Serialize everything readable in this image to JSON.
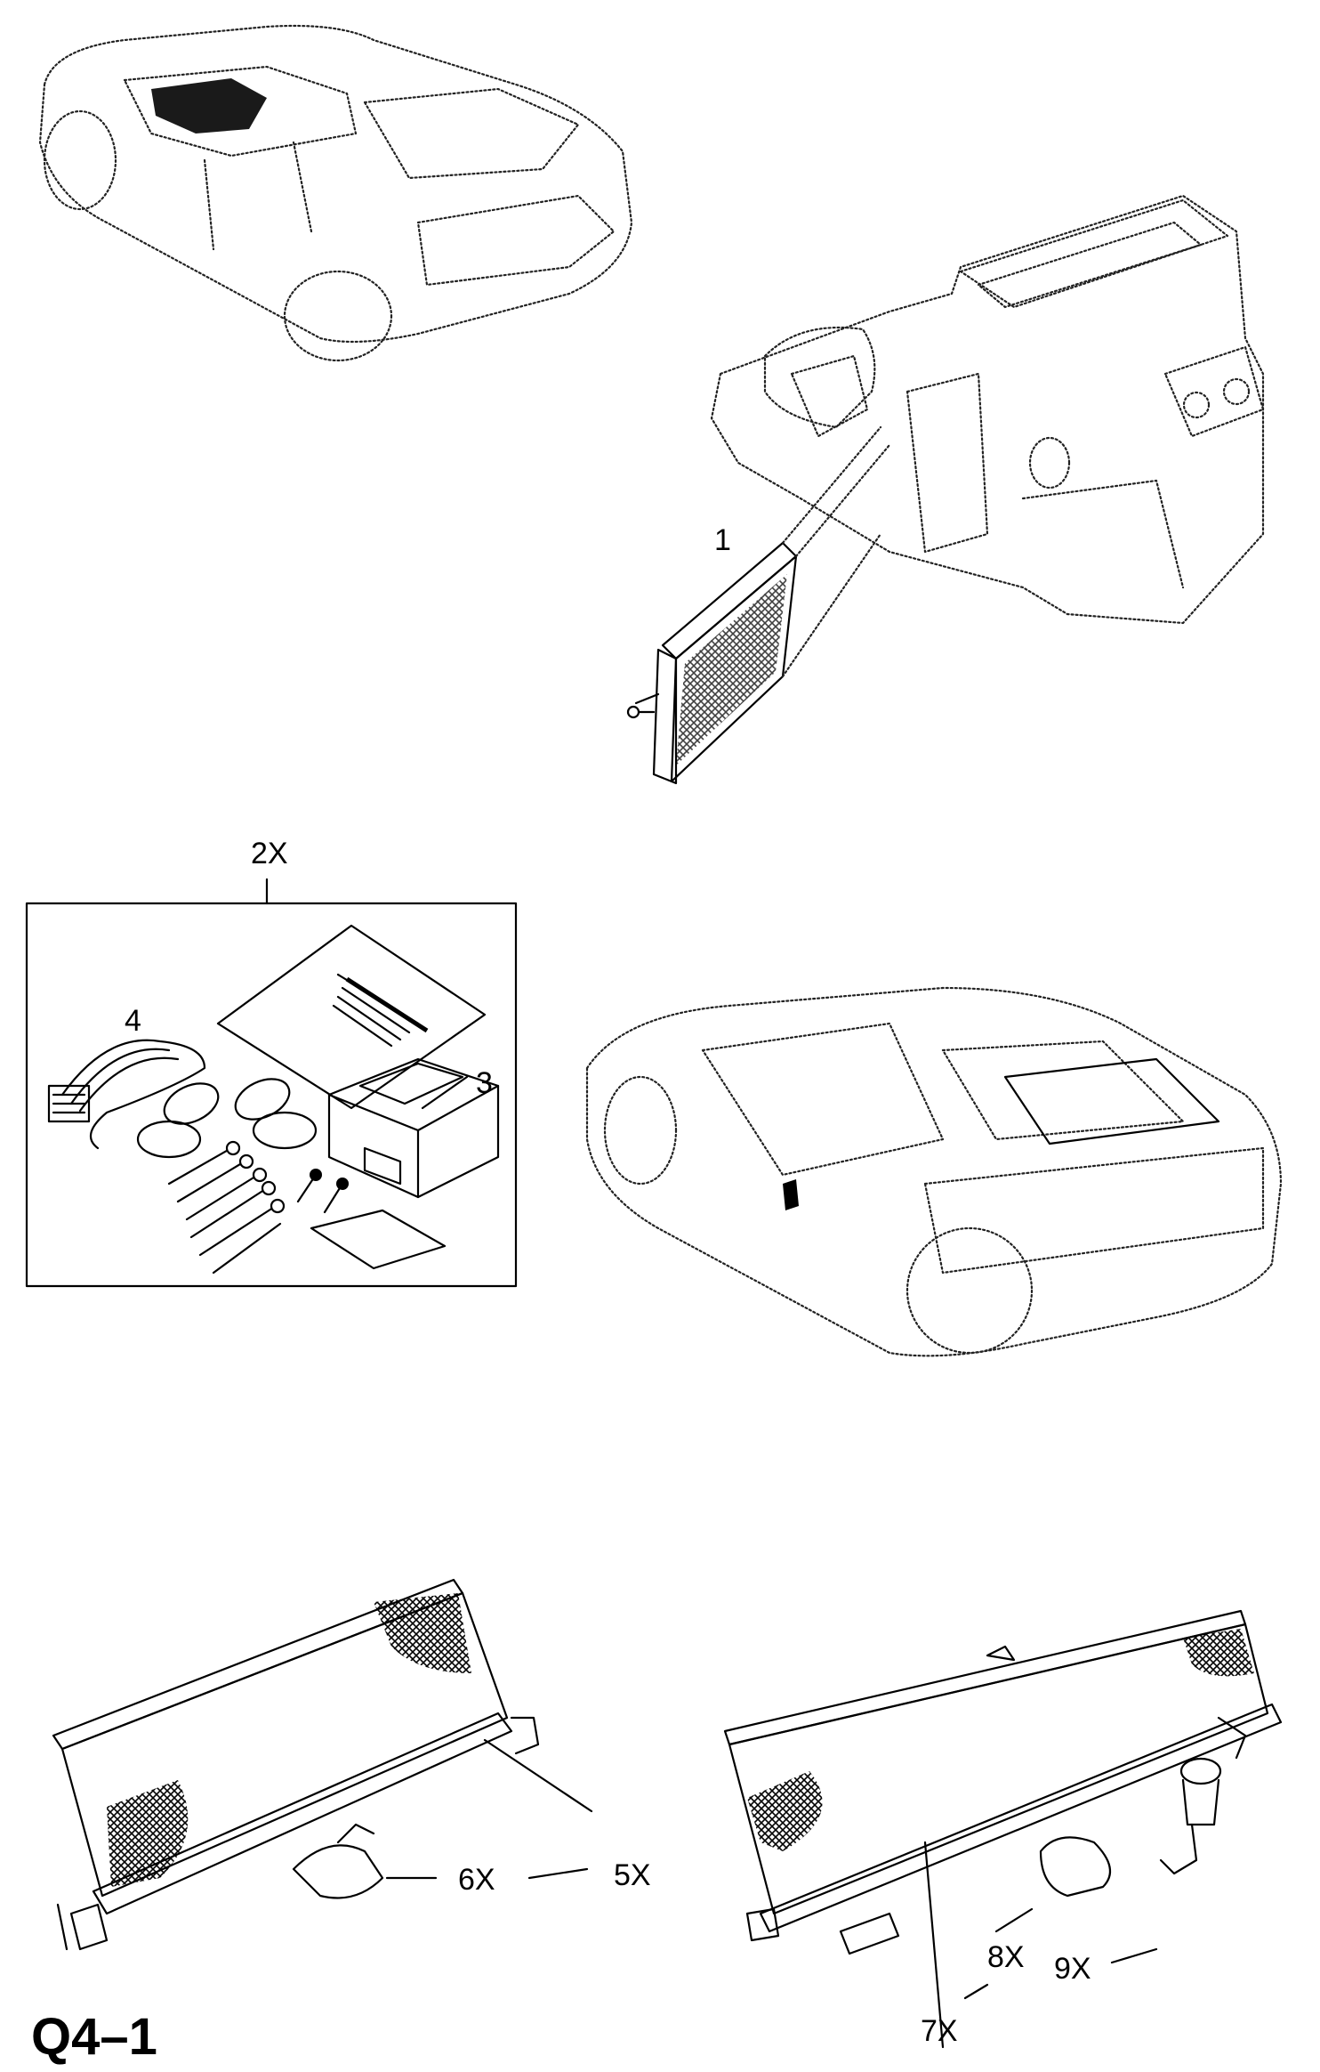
{
  "page": {
    "code": "Q4–1"
  },
  "callouts": {
    "c1": "1",
    "c2x": "2X",
    "c3": "3",
    "c4": "4",
    "c5x": "5X",
    "c6x": "6X",
    "c7x": "7X",
    "c8x": "8X",
    "c9x": "9X"
  }
}
